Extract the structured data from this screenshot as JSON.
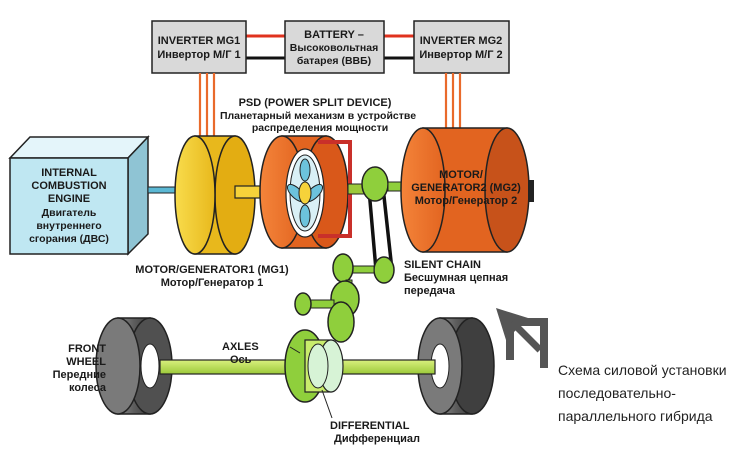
{
  "inverter1": {
    "line1": "INVERTER MG1",
    "line2": "Инвертор М/Г 1"
  },
  "battery": {
    "line1": "BATTERY –",
    "line2": "Высоковольтная",
    "line3": "батарея (ВВБ)"
  },
  "inverter2": {
    "line1": "INVERTER MG2",
    "line2": "Инвертор М/Г 2"
  },
  "psd": {
    "line1": "PSD (POWER SPLIT DEVICE)",
    "line2": "Планетарный механизм в устройстве",
    "line3": "распределения мощности"
  },
  "engine": {
    "line1": "INTERNAL",
    "line2": "COMBUSTION",
    "line3": "ENGINE",
    "line4": "Двигатель",
    "line5": "внутреннего",
    "line6": "сгорания (ДВС)"
  },
  "mg1": {
    "line1": "MOTOR/GENERATOR1 (MG1)",
    "line2": "Мотор/Генератор 1"
  },
  "mg2": {
    "line1": "MOTOR/",
    "line2": "GENERATOR2 (MG2)",
    "line3": "Мотор/Генератор 2"
  },
  "chain": {
    "line1": "SILENT CHAIN",
    "line2": "Бесшумная цепная",
    "line3": "передача"
  },
  "front_wheel": {
    "line1": "FRONT",
    "line2": "WHEEL",
    "line3": "Передние",
    "line4": "колеса"
  },
  "axles": {
    "line1": "AXLES",
    "line2": "Ось"
  },
  "differential": {
    "line1": "DIFFERENTIAL",
    "line2": "Дифференциал"
  },
  "caption": {
    "line1": "Схема силовой  установки",
    "line2": "последовательно-",
    "line3": "параллельного гибрида"
  },
  "colors": {
    "box_gray": "#d9d9d9",
    "engine_cyan": "#bfe7f2",
    "mg1_yellow": "#f5d238",
    "mg2_orange": "#f07a32",
    "gear_green": "#8fcf3c",
    "shaft_light": "#c9ec6c",
    "tire_gray": "#6d6d6d",
    "wire_red": "#e0321e",
    "arrow_gray": "#555555"
  },
  "icons": [
    "corner-arrow-icon"
  ]
}
